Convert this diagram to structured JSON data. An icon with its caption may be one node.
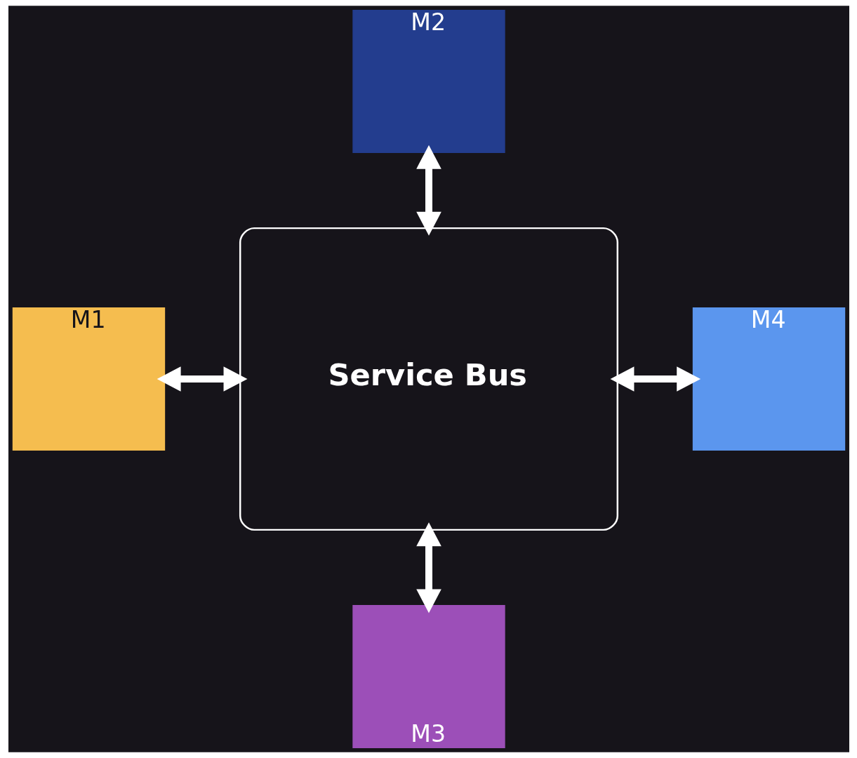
{
  "diagram": {
    "nodes": [
      {
        "text": [
          "M2"
        ]
      },
      {
        "text": [
          "M1"
        ]
      },
      {
        "text": [
          "Service Bus"
        ]
      },
      {
        "text": [
          "M4"
        ]
      },
      {
        "text": [
          "M3"
        ]
      }
    ],
    "edges": [
      {
        "from": 0,
        "to": 2,
        "arrow": "both"
      },
      {
        "from": 1,
        "to": 2,
        "arrow": "both"
      },
      {
        "from": 2,
        "to": 3,
        "arrow": "both"
      },
      {
        "from": 2,
        "to": 4,
        "arrow": "both"
      }
    ]
  }
}
